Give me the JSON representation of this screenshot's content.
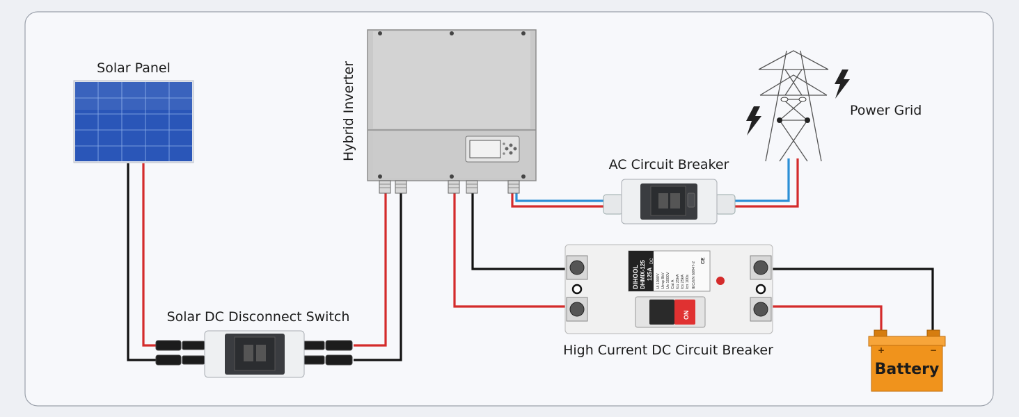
{
  "labels": {
    "solar_panel": "Solar Panel",
    "hybrid_inverter": "Hybrid Inverter",
    "power_grid": "Power Grid",
    "ac_breaker": "AC Circuit Breaker",
    "dc_disconnect": "Solar DC Disconnect Switch",
    "dc_breaker": "High Current DC Circuit Breaker",
    "battery": "Battery"
  },
  "breaker_marks": {
    "brand": "DIHOOL",
    "model": "DHMIX-125",
    "rating": "125A",
    "on": "ON",
    "spec_lines": [
      "Ui  1000V",
      "Uimp 8kV",
      "Ue  1000V",
      "Cat  A",
      "Icu  25kA",
      "Ics  25kA",
      "Icn  100s"
    ],
    "standard": "IEC/EN 60947-2",
    "dc_tag": "DC",
    "cert": "CE"
  },
  "colors": {
    "wire_red": "#d42b2b",
    "wire_black": "#111111",
    "wire_blue": "#2b8fd6",
    "panel_blue": "#2a56b8",
    "battery_orange": "#f0931c",
    "background": "#eef0f4",
    "card": "#f7f8fb"
  }
}
